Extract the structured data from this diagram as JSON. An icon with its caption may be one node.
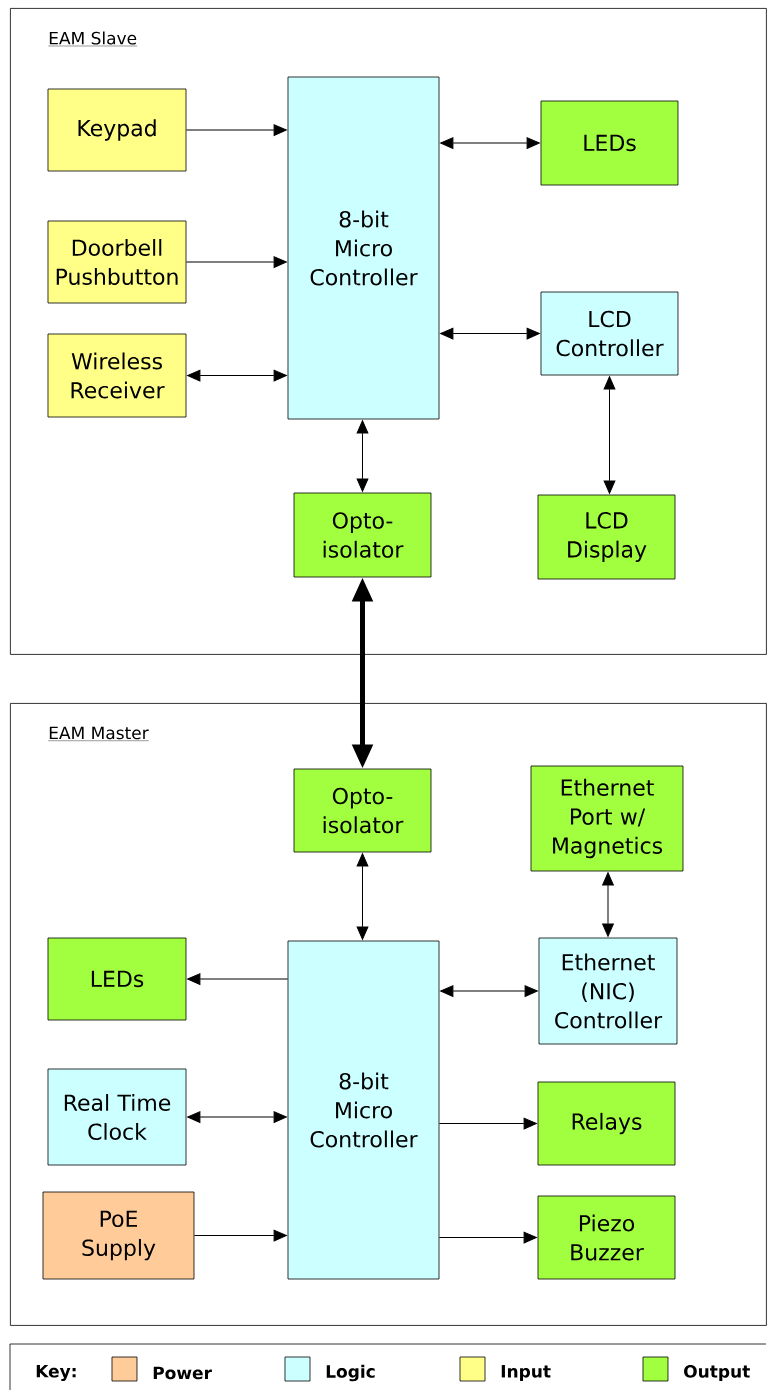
{
  "diagram": {
    "nodes": [
      {
        "text": [
          "EAM Slave"
        ]
      },
      {
        "text": [
          "Keypad"
        ],
        "in": 0
      },
      {
        "text": [
          "Doorbell Pushbutton"
        ],
        "in": 0
      },
      {
        "text": [
          "Wireless Receiver"
        ],
        "in": 0
      },
      {
        "text": [
          "8-bit Micro Controller"
        ],
        "in": 0
      },
      {
        "text": [
          "LEDs"
        ],
        "in": 0
      },
      {
        "text": [
          "LCD Controller"
        ],
        "in": 0
      },
      {
        "text": [
          "Opto- isolator"
        ],
        "in": 0
      },
      {
        "text": [
          "LCD Display"
        ],
        "in": 0
      },
      {
        "text": [
          "EAM Master"
        ]
      },
      {
        "text": [
          "Opto- isolator"
        ],
        "in": 9
      },
      {
        "text": [
          "Ethernet Port w/ Magnetics"
        ],
        "in": 9
      },
      {
        "text": [
          "LEDs"
        ],
        "in": 9
      },
      {
        "text": [
          "8-bit Micro Controller"
        ],
        "in": 9
      },
      {
        "text": [
          "Ethernet (NIC) Controller"
        ],
        "in": 9
      },
      {
        "text": [
          "Real Time Clock"
        ],
        "in": 9
      },
      {
        "text": [
          "Relays"
        ],
        "in": 9
      },
      {
        "text": [
          "PoE Supply"
        ],
        "in": 9
      },
      {
        "text": [
          "Piezo Buzzer"
        ],
        "in": 9
      }
    ],
    "edges": [
      {
        "from": 1,
        "to": 4,
        "arrow": "to"
      },
      {
        "from": 2,
        "to": 4,
        "arrow": "to"
      },
      {
        "from": 3,
        "to": 4,
        "arrow": "both"
      },
      {
        "from": 4,
        "to": 5,
        "arrow": "both"
      },
      {
        "from": 4,
        "to": 6,
        "arrow": "both"
      },
      {
        "from": 4,
        "to": 7,
        "arrow": "both"
      },
      {
        "from": 6,
        "to": 8,
        "arrow": "both"
      },
      {
        "from": 7,
        "to": 10,
        "arrow": "both",
        "style": "thick"
      },
      {
        "from": 10,
        "to": 13,
        "arrow": "both"
      },
      {
        "from": 11,
        "to": 14,
        "arrow": "both"
      },
      {
        "from": 13,
        "to": 12,
        "arrow": "to"
      },
      {
        "from": 13,
        "to": 14,
        "arrow": "both"
      },
      {
        "from": 15,
        "to": 13,
        "arrow": "both"
      },
      {
        "from": 13,
        "to": 16,
        "arrow": "to"
      },
      {
        "from": 17,
        "to": 13,
        "arrow": "to"
      },
      {
        "from": 13,
        "to": 18,
        "arrow": "to"
      }
    ],
    "labels": [
      "Key:"
    ],
    "legend": [
      {
        "text": "Power",
        "color": "#ffcc99"
      },
      {
        "text": "Logic",
        "color": "#ccffff"
      },
      {
        "text": "Input",
        "color": "#ffff88"
      },
      {
        "text": "Output",
        "color": "#a2ff40"
      }
    ]
  }
}
